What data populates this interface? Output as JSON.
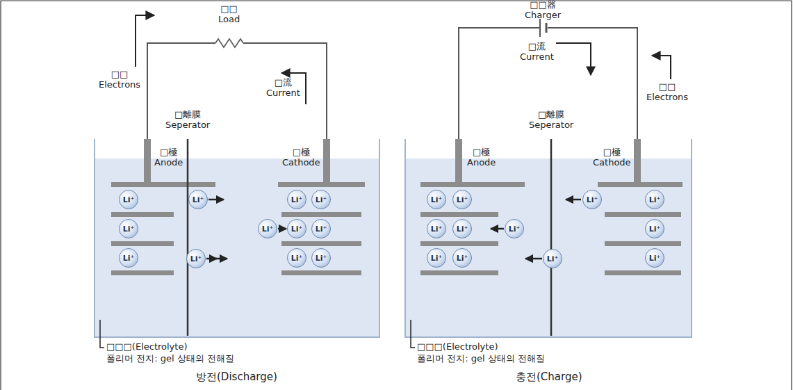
{
  "diagram": {
    "nodes": [
      {
        "text": [
          "Li⁺"
        ]
      },
      {
        "text": [
          "Li⁺"
        ]
      },
      {
        "text": [
          "Li⁺"
        ]
      },
      {
        "text": [
          "Li⁺"
        ]
      },
      {
        "text": [
          "Li⁺"
        ]
      },
      {
        "text": [
          "Li⁺"
        ]
      },
      {
        "text": [
          "Li⁺"
        ]
      },
      {
        "text": [
          "Li⁺"
        ]
      },
      {
        "text": [
          "Li⁺"
        ]
      },
      {
        "text": [
          "Li⁺"
        ]
      },
      {
        "text": [
          "Li⁺"
        ]
      },
      {
        "text": [
          "Li⁺"
        ]
      },
      {
        "text": [
          "Li⁺"
        ]
      },
      {
        "text": [
          "Li⁺"
        ]
      },
      {
        "text": [
          "Li⁺"
        ]
      },
      {
        "text": [
          "Li⁺"
        ]
      },
      {
        "text": [
          "Li⁺"
        ]
      },
      {
        "text": [
          "Li⁺"
        ]
      },
      {
        "text": [
          "Li⁺"
        ]
      },
      {
        "text": [
          "Li⁺"
        ]
      },
      {
        "text": [
          "Li⁺"
        ]
      },
      {
        "text": [
          "Li⁺"
        ]
      },
      {
        "text": [
          "Li⁺"
        ]
      },
      {
        "text": [
          "Li⁺"
        ]
      }
    ],
    "labels": [
      "□□ Load",
      "□□ Electrons",
      "□流 Current",
      "□離膜 Seperator",
      "□極 Anode",
      "□極 Cathode",
      "□□□(Electrolyte)",
      "폴리머 전지: gel 상태의 전해질",
      "방전(Discharge)",
      "□□器 Charger",
      "□流 Current",
      "□□ Electrons",
      "□離膜 Seperator",
      "□極 Anode",
      "□極 Cathode",
      "□□□(Electrolyte)",
      "폴리머 전지: gel 상태의 전해질",
      "충전(Charge)"
    ]
  }
}
